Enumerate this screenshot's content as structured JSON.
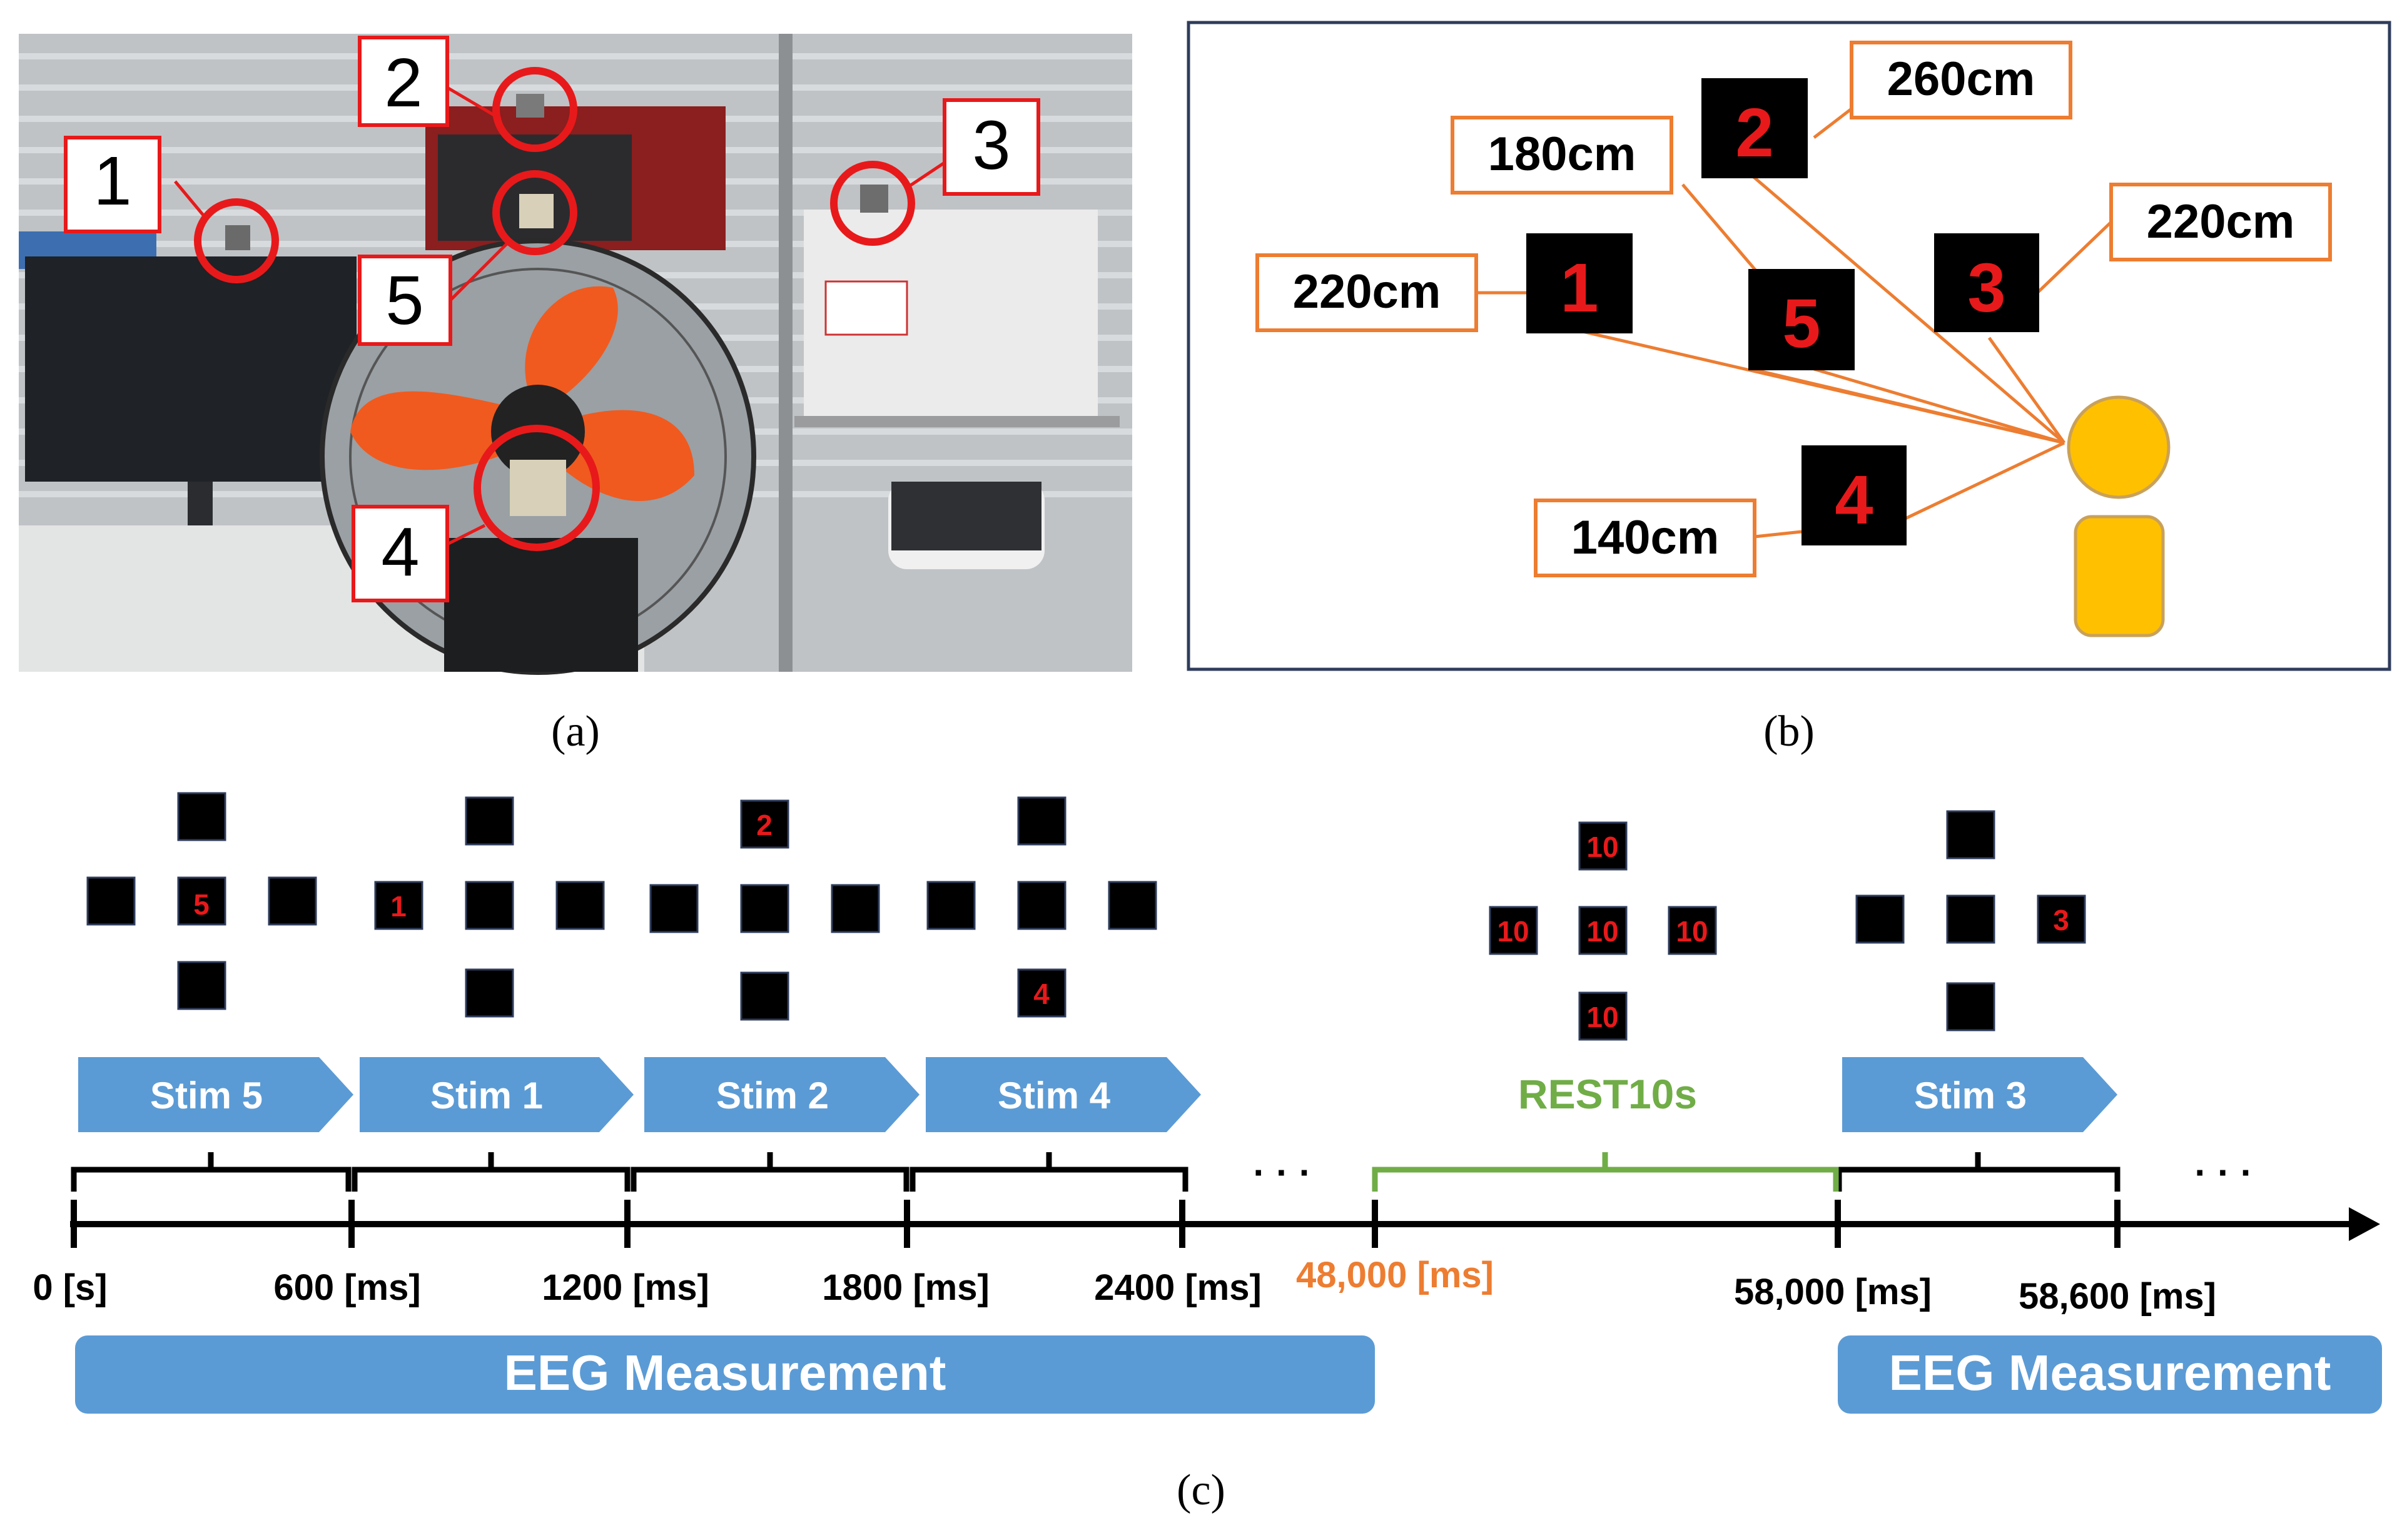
{
  "panel_a": {
    "caption": "(a)",
    "markers": [
      {
        "label": "1"
      },
      {
        "label": "2"
      },
      {
        "label": "3"
      },
      {
        "label": "5"
      },
      {
        "label": "4"
      }
    ]
  },
  "panel_b": {
    "caption": "(b)",
    "devices": [
      {
        "label": "1",
        "distance": "220cm"
      },
      {
        "label": "2",
        "distance": "260cm"
      },
      {
        "label": "3",
        "distance": "220cm"
      },
      {
        "label": "5",
        "distance": "180cm"
      },
      {
        "label": "4",
        "distance": "140cm"
      }
    ]
  },
  "panel_c": {
    "caption": "(c)",
    "stimuli": [
      {
        "label": "Stim 5",
        "active_text": "5"
      },
      {
        "label": "Stim 1",
        "active_text": "1"
      },
      {
        "label": "Stim 2",
        "active_text": "2"
      },
      {
        "label": "Stim 4",
        "active_text": "4"
      },
      {
        "label": "Stim 3",
        "active_text": "3"
      }
    ],
    "rest": {
      "label": "REST10s",
      "cell_text": "10"
    },
    "ticks": [
      "0 [s]",
      "600 [ms]",
      "1200 [ms]",
      "1800 [ms]",
      "2400 [ms]",
      "48,000 [ms]",
      "58,000 [ms]",
      "58,600 [ms]"
    ],
    "ellipsis": "· · ·",
    "measurement_label": "EEG Measurement"
  },
  "colors": {
    "accent_blue": "#5b9bd5",
    "rest_green": "#70ad47",
    "highlight_orange": "#ed7d31",
    "marker_red": "#e8191a",
    "person_yellow": "#ffc000"
  }
}
